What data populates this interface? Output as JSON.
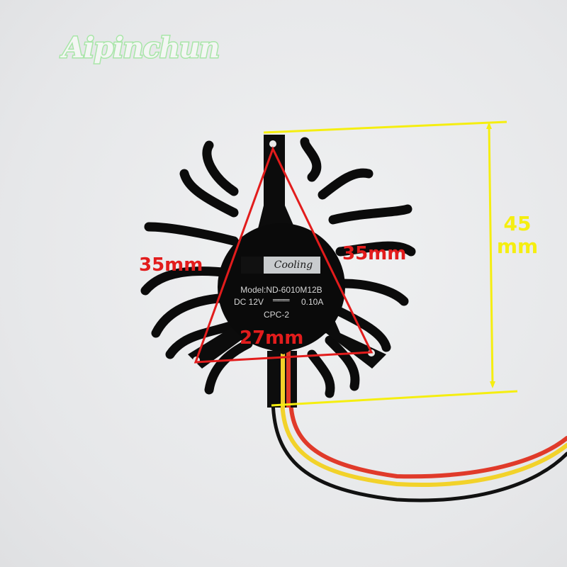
{
  "watermark": "Aipinchun",
  "product": {
    "label_brand": "Cooling",
    "model": "Model:ND-6010M12B",
    "power_left": "DC 12V",
    "power_right": "0.10A",
    "code": "CPC-2"
  },
  "dimensions": {
    "left_side": "35mm",
    "right_side": "35mm",
    "bottom_side": "27mm",
    "height_value": "45",
    "height_unit": "mm"
  },
  "colors": {
    "triangle": "#e21c1c",
    "height_marker": "#f5ee10",
    "fan_body": "#0c0c0c",
    "wire_red": "#e03a2a",
    "wire_yellow": "#f2d22a",
    "wire_black": "#111111"
  }
}
